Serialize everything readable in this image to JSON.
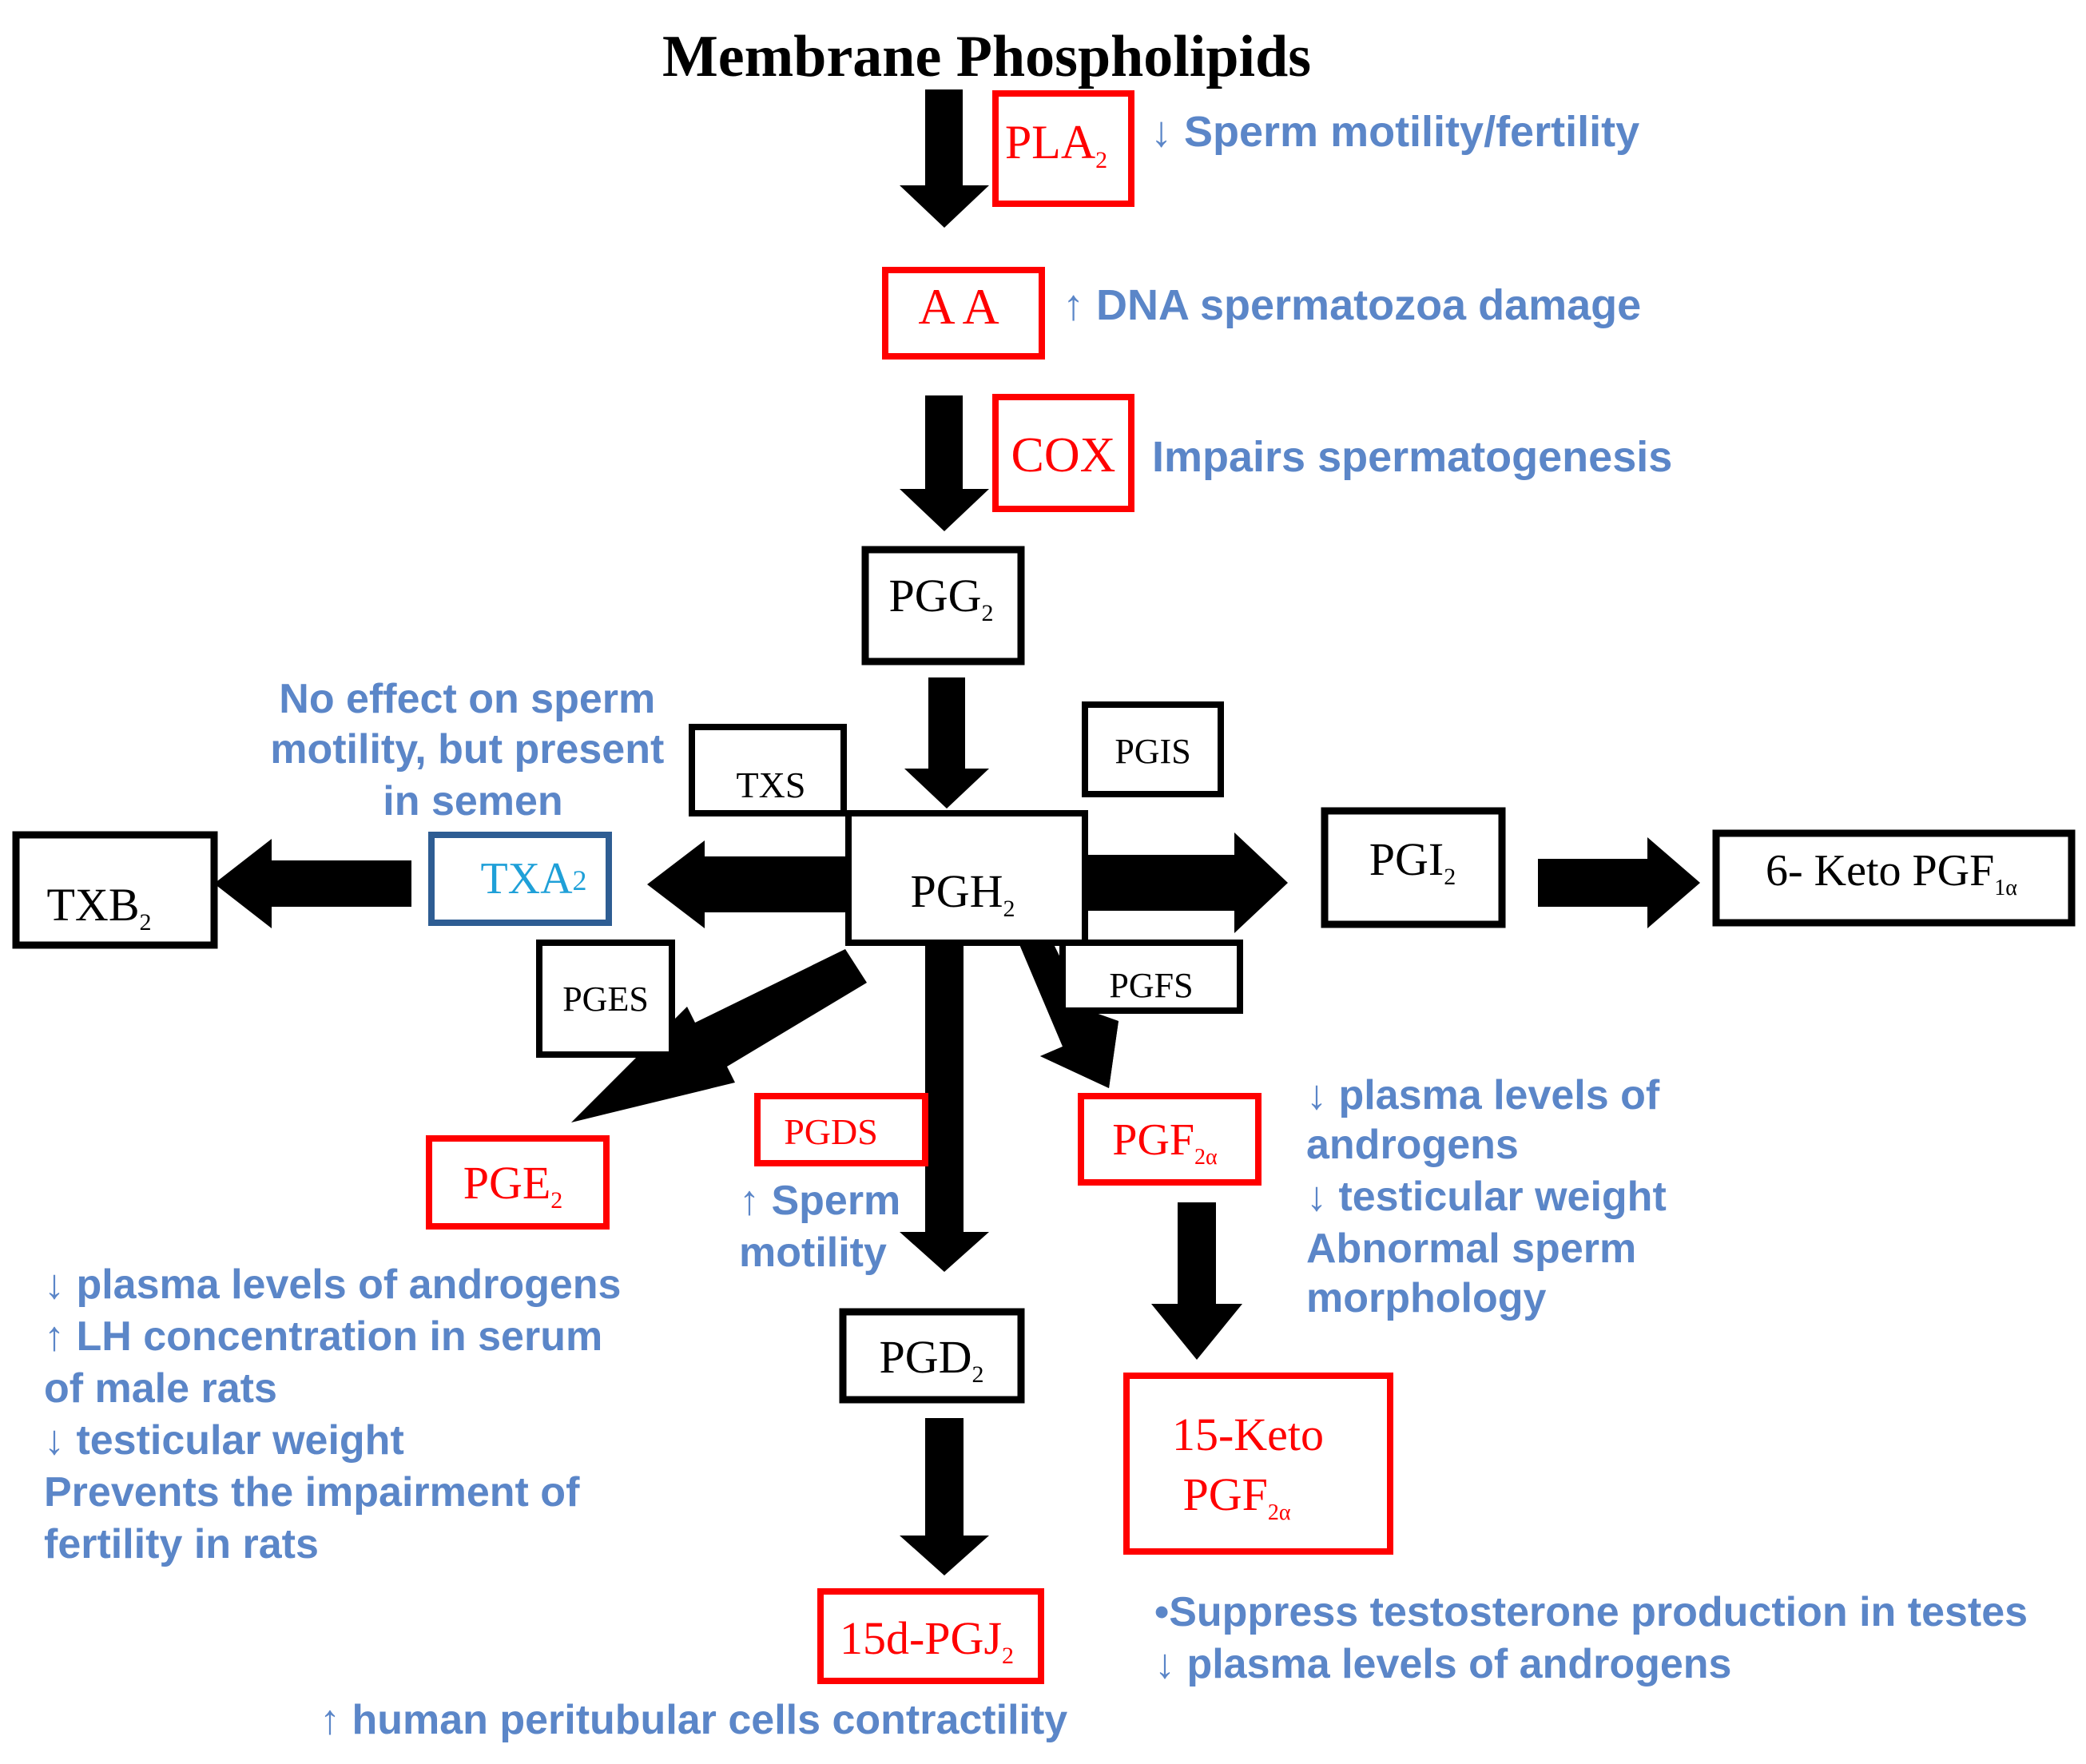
{
  "title": "Membrane Phospholipids",
  "colors": {
    "black": "#000000",
    "red": "#ff0000",
    "blue_note": "#5b86c8",
    "txa2_border": "#2e5d93",
    "txa2_text": "#1fa0d8"
  },
  "nodes": {
    "pla2": {
      "main": "PLA",
      "sub": "2"
    },
    "aa": {
      "main": "A A",
      "sub": ""
    },
    "cox": {
      "main": "COX",
      "sub": ""
    },
    "pgg2": {
      "main": "PGG",
      "sub": "2"
    },
    "pgh2": {
      "main": "PGH",
      "sub": "2"
    },
    "txs": {
      "main": "TXS",
      "sub": ""
    },
    "pgis": {
      "main": "PGIS",
      "sub": ""
    },
    "txa2": {
      "main": "TXA",
      "sub": "2"
    },
    "txb2": {
      "main": "TXB",
      "sub": "2"
    },
    "pgi2": {
      "main": "PGI",
      "sub": "2"
    },
    "keto6": {
      "main": "6- Keto PGF",
      "sub": "1α"
    },
    "pges": {
      "main": "PGES",
      "sub": ""
    },
    "pgfs": {
      "main": "PGFS",
      "sub": ""
    },
    "pge2": {
      "main": "PGE",
      "sub": "2"
    },
    "pgds": {
      "main": "PGDS",
      "sub": ""
    },
    "pgf2a": {
      "main": "PGF",
      "sub": "2α"
    },
    "pgd2": {
      "main": "PGD",
      "sub": "2"
    },
    "keto15_line1": "15-Keto",
    "keto15_line2": {
      "main": "PGF",
      "sub": "2α"
    },
    "pgj2": {
      "main": "15d-PGJ",
      "sub": "2"
    }
  },
  "notes": {
    "pla2": "↓ Sperm motility/fertility",
    "aa": "↑ DNA  spermatozoa damage",
    "cox": "Impairs spermatogenesis",
    "txa2": [
      "No effect on sperm",
      "motility, but present",
      "in semen"
    ],
    "pge2": [
      "↓ plasma levels of androgens",
      "↑ LH concentration in serum",
      "of male rats",
      "↓ testicular weight",
      "Prevents the impairment  of",
      "fertility in rats"
    ],
    "pgds": [
      "↑ Sperm",
      "motility"
    ],
    "pgf2a": [
      "↓ plasma levels of",
      "androgens",
      "↓ testicular weight",
      "Abnormal sperm",
      "morphology"
    ],
    "keto15": [
      "•Suppress testosterone production in testes",
      "↓ plasma levels of androgens"
    ],
    "pgj2": "↑ human peritubular cells contractility"
  }
}
